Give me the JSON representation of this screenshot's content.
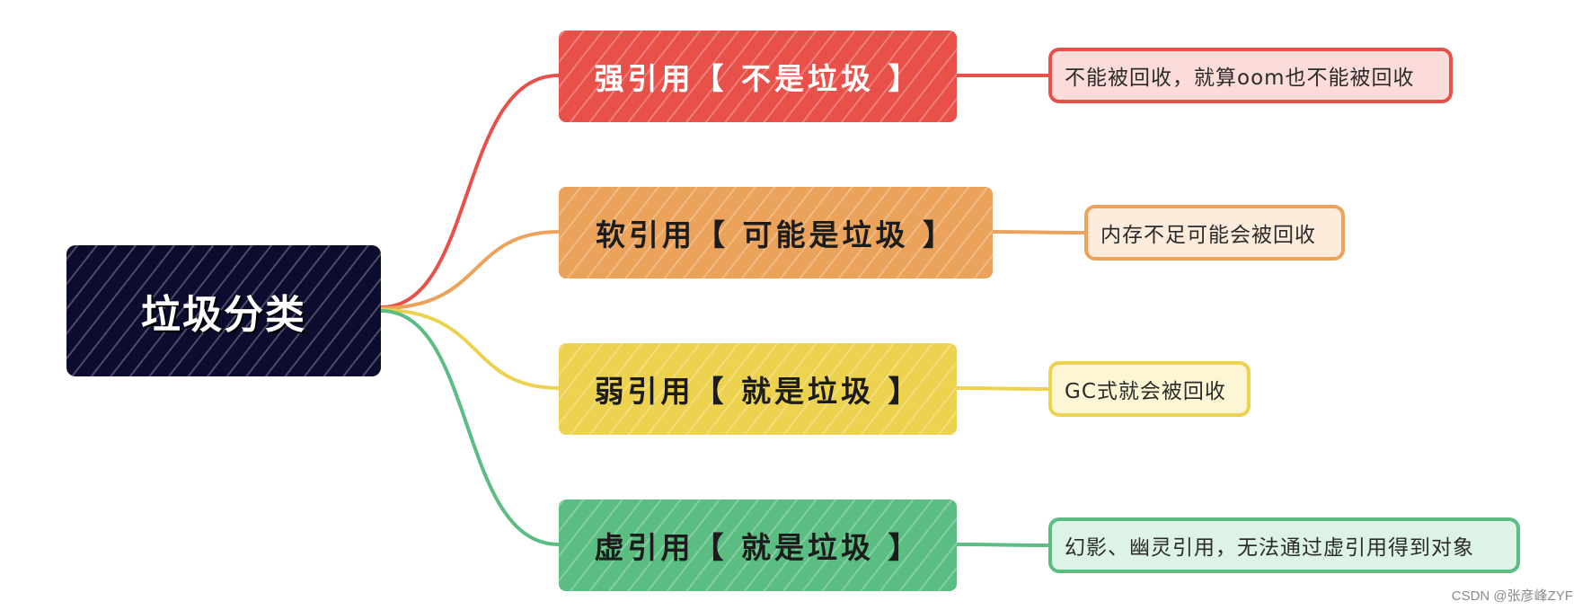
{
  "root": {
    "label": "垃圾分类",
    "color": "#0c0c2e"
  },
  "branches": [
    {
      "label": "强引用【 不是垃圾 】",
      "color": "#e8514a",
      "description": "不能被回收，就算oom也不能被回收"
    },
    {
      "label": "软引用【 可能是垃圾 】",
      "color": "#eba35b",
      "description": "内存不足可能会被回收"
    },
    {
      "label": "弱引用【 就是垃圾 】",
      "color": "#ecd24e",
      "description": "GC式就会被回收"
    },
    {
      "label": "虚引用【 就是垃圾 】",
      "color": "#5bbd82",
      "description": "幻影、幽灵引用，无法通过虚引用得到对象"
    }
  ],
  "watermark": "CSDN @张彦峰ZYF"
}
